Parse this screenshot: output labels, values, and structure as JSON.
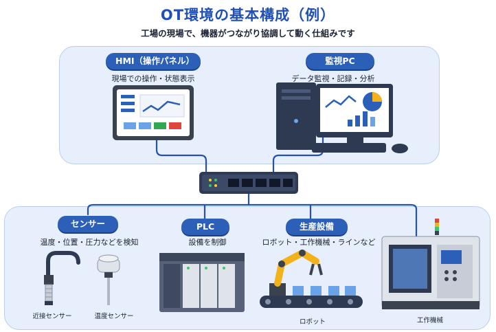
{
  "title": "OT環境の基本構成（例）",
  "subtitle": "工場の現場で、機器がつながり協調して動く仕組みです",
  "top_nodes": {
    "hmi": {
      "label": "HMI（操作パネル）",
      "desc": "現場での操作・状態表示",
      "icon": "hmi-touch-panel-icon"
    },
    "pc": {
      "label": "監視PC",
      "desc": "データ監視・記録・分析",
      "icon": "monitoring-pc-icon"
    }
  },
  "switch": {
    "icon": "network-switch-icon"
  },
  "bottom_nodes": {
    "sensor": {
      "label": "センサー",
      "desc": "温度・位置・圧力などを検知",
      "items": [
        "近接センサー",
        "温度センサー"
      ]
    },
    "plc": {
      "label": "PLC",
      "desc": "設備を制御"
    },
    "equipment": {
      "label": "生産設備",
      "desc": "ロボット・工作機械・ラインなど",
      "items": [
        "ロボット",
        "工作機械"
      ]
    }
  },
  "colors": {
    "accent": "#2c5fb8",
    "title": "#1f4fb8",
    "panel_bg": "#e6effb",
    "line": "#2450b0"
  }
}
